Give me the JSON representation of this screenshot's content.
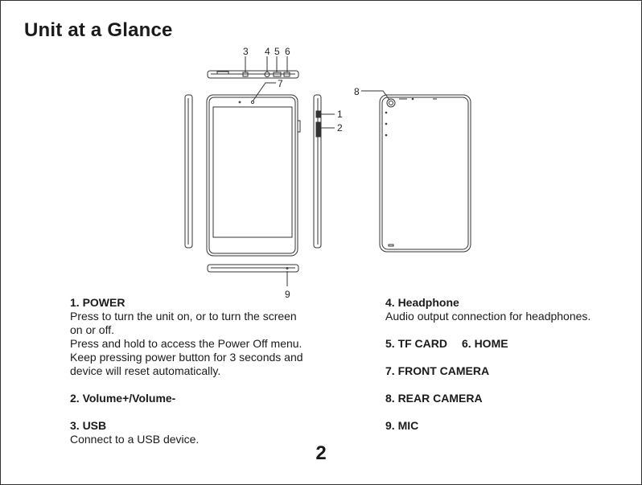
{
  "page": {
    "title": "Unit at a Glance",
    "page_number": "2"
  },
  "callouts": {
    "c1": "1",
    "c2": "2",
    "c3": "3",
    "c4": "4",
    "c5": "5",
    "c6": "6",
    "c7": "7",
    "c8": "8",
    "c9": "9"
  },
  "items": {
    "power": {
      "heading": "1. POWER",
      "line1": "Press to turn the unit on, or to turn the screen",
      "line2": "on or off.",
      "line3": "Press and hold to access the Power Off menu.",
      "line4": "Keep pressing power button for 3 seconds and",
      "line5": "device will reset automatically."
    },
    "volume": {
      "heading": "2. Volume+/Volume-"
    },
    "usb": {
      "heading": "3. USB",
      "line1": "Connect to a USB device."
    },
    "headphone": {
      "heading": "4. Headphone",
      "line1": "Audio output connection for headphones."
    },
    "tfcard": {
      "heading": "5. TF CARD"
    },
    "home": {
      "heading": "6. HOME"
    },
    "front_camera": {
      "heading": "7. FRONT CAMERA"
    },
    "rear_camera": {
      "heading": "8. REAR CAMERA"
    },
    "mic": {
      "heading": "9. MIC"
    }
  }
}
